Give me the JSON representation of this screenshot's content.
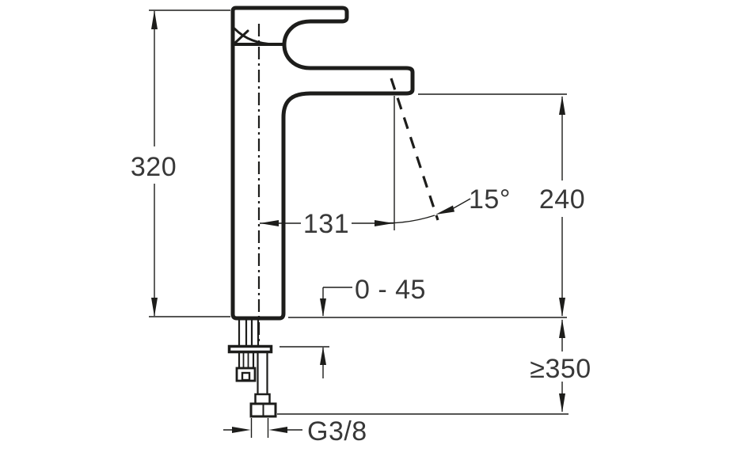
{
  "drawing": {
    "type": "technical-dimension-drawing",
    "subject": "single-lever tall basin mixer tap, side elevation",
    "line_color": "#1d1d1b",
    "text_color": "#383838",
    "background_color": "#ffffff",
    "dimensions": {
      "total_height": "320",
      "spout_reach": "131",
      "spout_angle": "15°",
      "spout_height_above_deck": "240",
      "deck_mounting_thickness": "0 - 45",
      "min_supply_clearance": "≥350",
      "supply_connection": "G3/8"
    }
  }
}
